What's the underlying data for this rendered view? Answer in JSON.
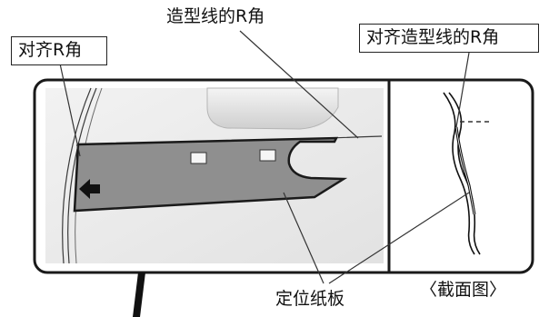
{
  "labels": {
    "top_center": "造型线的R角",
    "top_left_box": "对齐R角",
    "top_right_box": "对齐造型线的R角",
    "bottom_center": "定位纸板",
    "cross_section": "〈截面图〉"
  },
  "colors": {
    "paper_fill": "#8f8f8f",
    "panel_bg": "#ececec",
    "outline": "#1a1a1a"
  },
  "icons": {
    "arrow": "left-arrow-icon"
  }
}
